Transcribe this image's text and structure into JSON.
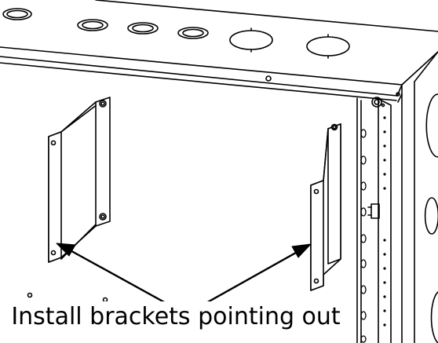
{
  "diagram": {
    "caption": "Install brackets pointing out",
    "colors": {
      "line": "#000000",
      "fill": "#ffffff"
    },
    "parts": [
      {
        "name": "enclosure-box",
        "icon": "electrical-enclosure-icon"
      },
      {
        "name": "left-mounting-bracket",
        "icon": "bracket-icon"
      },
      {
        "name": "right-mounting-bracket",
        "icon": "bracket-icon"
      },
      {
        "name": "right-mounting-rail",
        "icon": "slotted-rail-icon"
      }
    ]
  }
}
